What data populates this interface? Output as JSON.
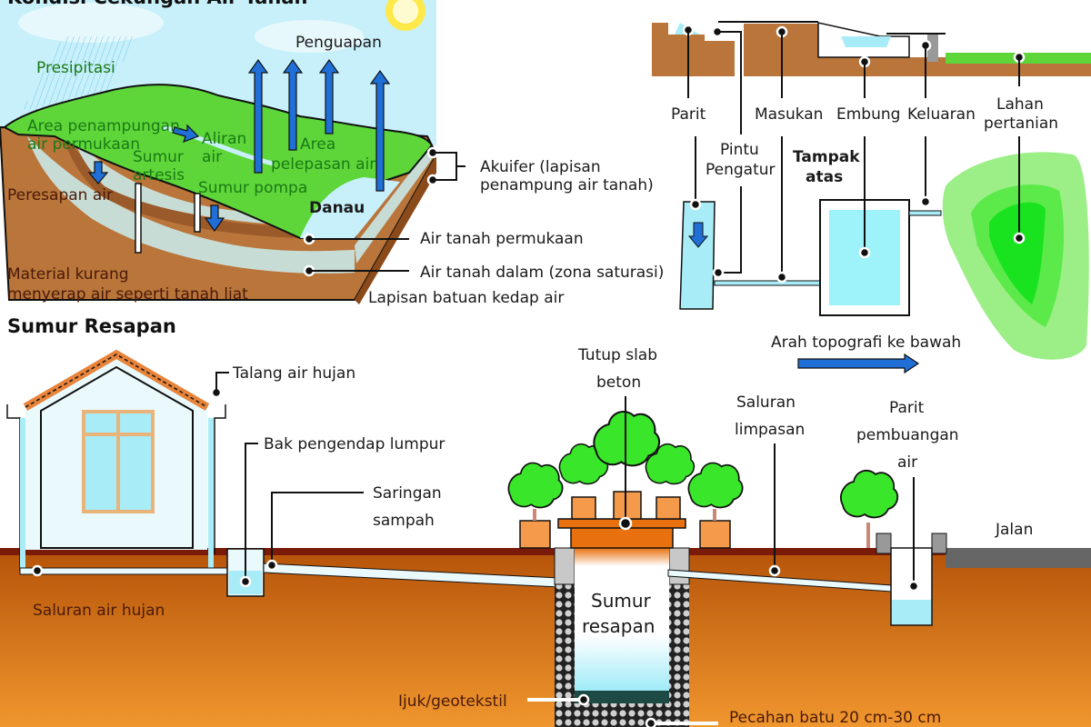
{
  "groundwater_panel": {
    "title": "Kondisi Cekungan Air Tanah",
    "labels": {
      "precipitation": "Presipitasi",
      "evaporation": "Penguapan",
      "catchment_line1": "Area penampungan",
      "catchment_line2": "air permukaan",
      "flow_line1": "Aliran",
      "flow_line2": "air",
      "artesian_line1": "Sumur",
      "artesian_line2": "artesis",
      "release_line1": "Area",
      "release_line2": "pelepasan air",
      "infiltration": "Peresapan air",
      "pump_well": "Sumur pompa",
      "lake": "Danau",
      "clay_line1": "Material kurang",
      "clay_line2": "menyerap air seperti tanah liat",
      "aquifer_line1": "Akuifer (lapisan",
      "aquifer_line2": "penampung air tanah)",
      "shallow_groundwater": "Air tanah permukaan",
      "deep_groundwater": "Air tanah dalam (zona saturasi)",
      "impermeable_layer": "Lapisan batuan kedap air"
    }
  },
  "reservoir_panel": {
    "labels": {
      "ditch": "Parit",
      "gate_line1": "Pintu",
      "gate_line2": "Pengatur",
      "inlet": "Masukan",
      "reservoir": "Embung",
      "outlet": "Keluaran",
      "farmland_line1": "Lahan",
      "farmland_line2": "pertanian",
      "top_view_line1": "Tampak",
      "top_view_line2": "atas",
      "topography": "Arah topografi ke bawah"
    }
  },
  "infiltration_well_panel": {
    "title": "Sumur Resapan",
    "labels": {
      "gutter": "Talang air hujan",
      "sediment_tank": "Bak pengendap lumpur",
      "filter_line1": "Saringan",
      "filter_line2": "sampah",
      "rain_channel": "Saluran air hujan",
      "slab_line1": "Tutup slab",
      "slab_line2": "beton",
      "runoff_line1": "Saluran",
      "runoff_line2": "limpasan",
      "drain_line1": "Parit",
      "drain_line2": "pembuangan",
      "drain_line3": "air",
      "road": "Jalan",
      "well_line1": "Sumur",
      "well_line2": "resapan",
      "geotextile": "Ijuk/geotekstil",
      "gravel": "Pecahan batu 20 cm-30 cm"
    }
  },
  "colors": {
    "sky": "#c8f0fa",
    "vegetation": "#5ed63a",
    "soil": "#b9753a",
    "soil_dark": "#b65a10",
    "water": "#a8ecf8",
    "arrow_blue": "#1f6fd6",
    "sand": "#f5c08c",
    "road": "#666666"
  }
}
